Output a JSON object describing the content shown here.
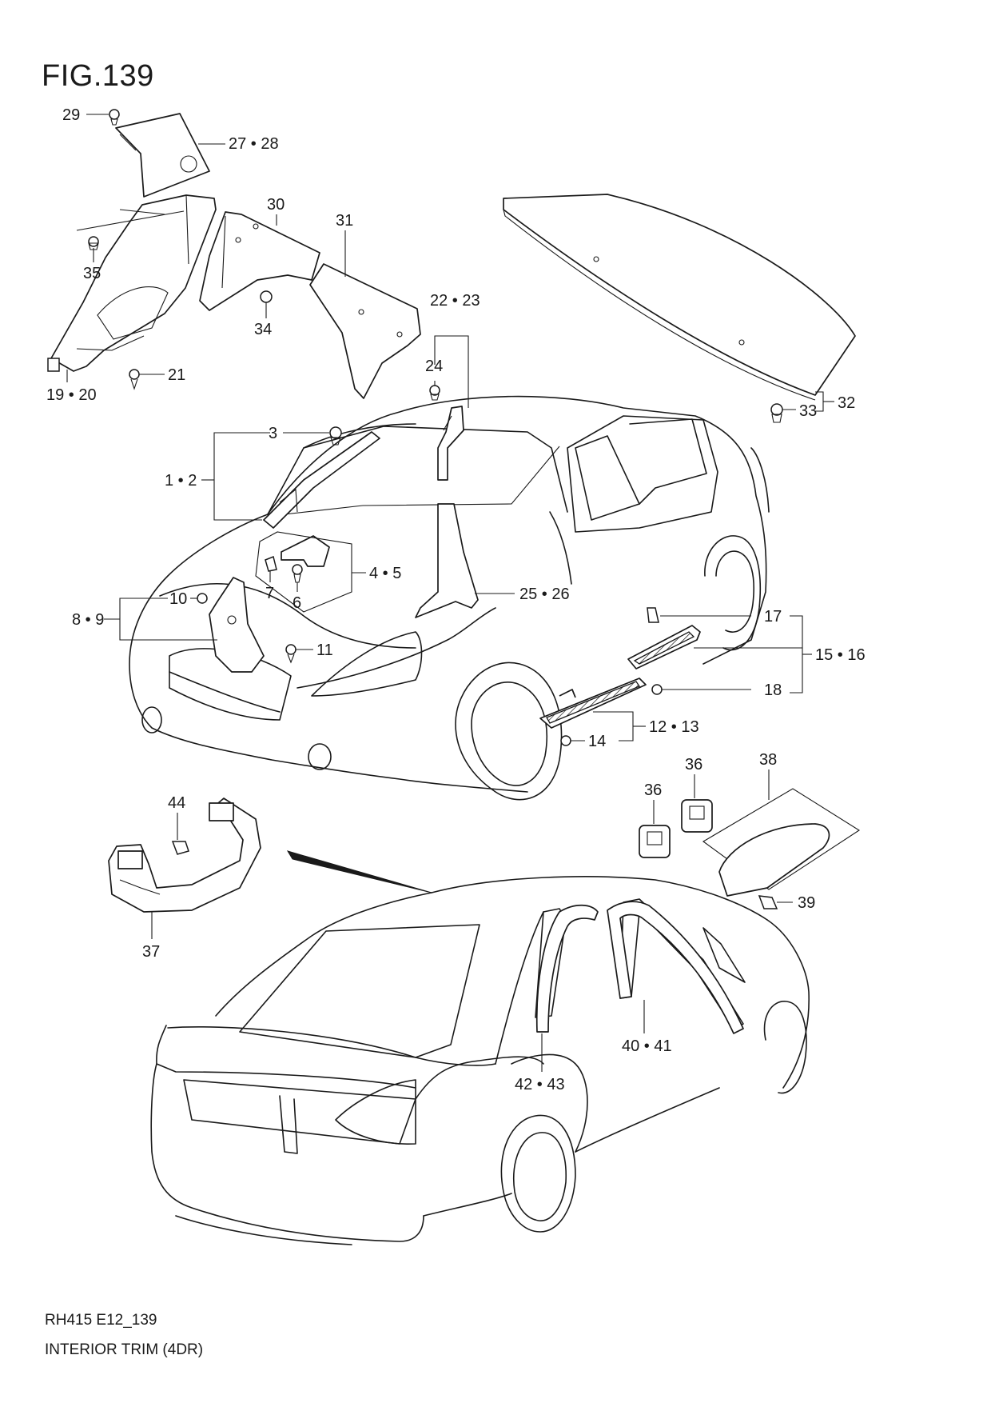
{
  "figure": {
    "title": "FIG.139"
  },
  "footer": {
    "code": "RH415 E12_139",
    "name": "INTERIOR TRIM (4DR)"
  },
  "callouts": [
    "29",
    "27 • 28",
    "30",
    "31",
    "35",
    "34",
    "21",
    "19 • 20",
    "22 • 23",
    "24",
    "32",
    "33",
    "3",
    "1 • 2",
    "4 • 5",
    "7",
    "6",
    "10",
    "8 • 9",
    "11",
    "25 • 26",
    "17",
    "15 • 16",
    "18",
    "12 • 13",
    "14",
    "44",
    "37",
    "36",
    "36",
    "38",
    "39",
    "40 • 41",
    "42 • 43"
  ]
}
